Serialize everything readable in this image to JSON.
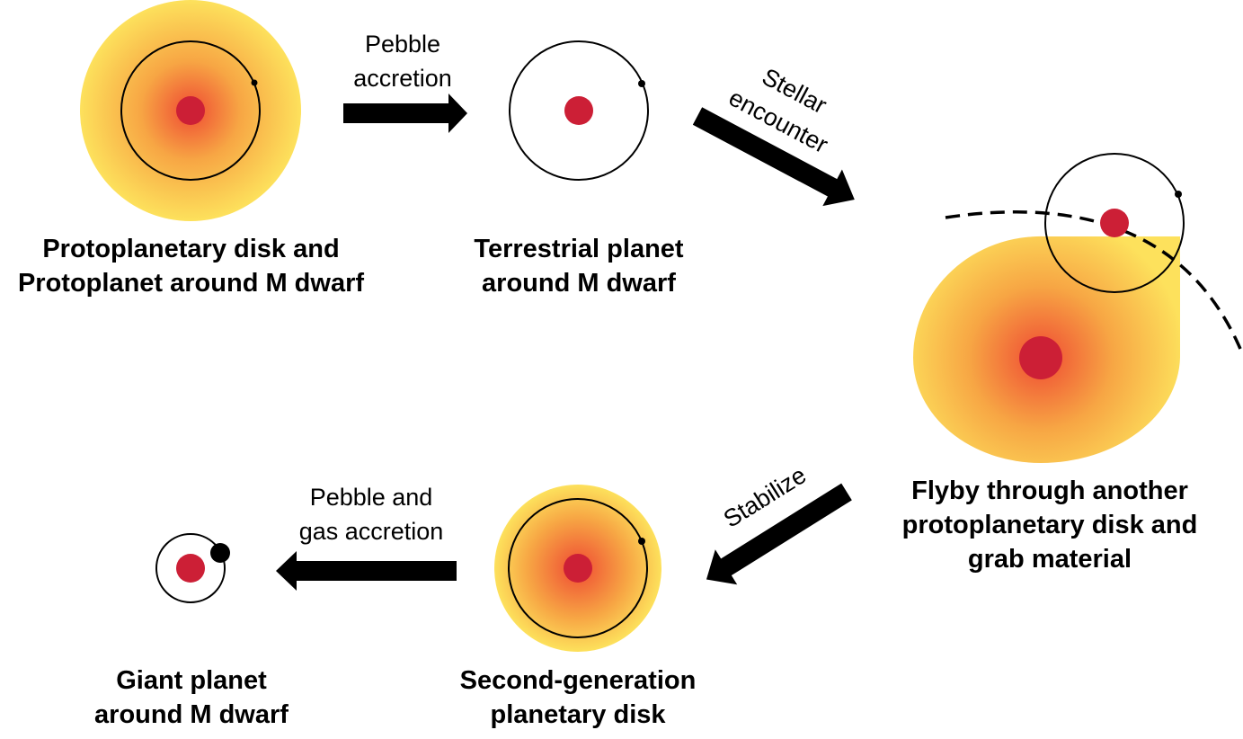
{
  "colors": {
    "disk_outer": "#fde15c",
    "disk_mid": "#f7a644",
    "disk_inner": "#ef4b33",
    "star": "#cc1f36",
    "orbit": "#000000",
    "arrow": "#000000",
    "background": "#ffffff"
  },
  "stages": [
    {
      "id": "protoplanetary",
      "caption_lines": [
        "Protoplanetary disk and",
        "Protoplanet around M dwarf"
      ]
    },
    {
      "id": "terrestrial",
      "caption_lines": [
        "Terrestrial planet",
        "around M dwarf"
      ]
    },
    {
      "id": "flyby",
      "caption_lines": [
        "Flyby through another",
        "protoplanetary disk and",
        "grab material"
      ]
    },
    {
      "id": "second_generation",
      "caption_lines": [
        "Second-generation",
        "planetary disk"
      ]
    },
    {
      "id": "giant",
      "caption_lines": [
        "Giant planet",
        "around M dwarf"
      ]
    }
  ],
  "processes": [
    {
      "id": "pebble_accretion",
      "label_lines": [
        "Pebble",
        "accretion"
      ],
      "icon": "arrow-right-icon"
    },
    {
      "id": "stellar_encounter",
      "label_lines": [
        "Stellar",
        "encounter"
      ],
      "icon": "arrow-down-right-icon"
    },
    {
      "id": "stabilize",
      "label_lines": [
        "Stabilize"
      ],
      "icon": "arrow-down-left-icon"
    },
    {
      "id": "pebble_gas_accretion",
      "label_lines": [
        "Pebble and",
        "gas accretion"
      ],
      "icon": "arrow-left-icon"
    }
  ],
  "flyby": {
    "trajectory_style": "dashed"
  }
}
